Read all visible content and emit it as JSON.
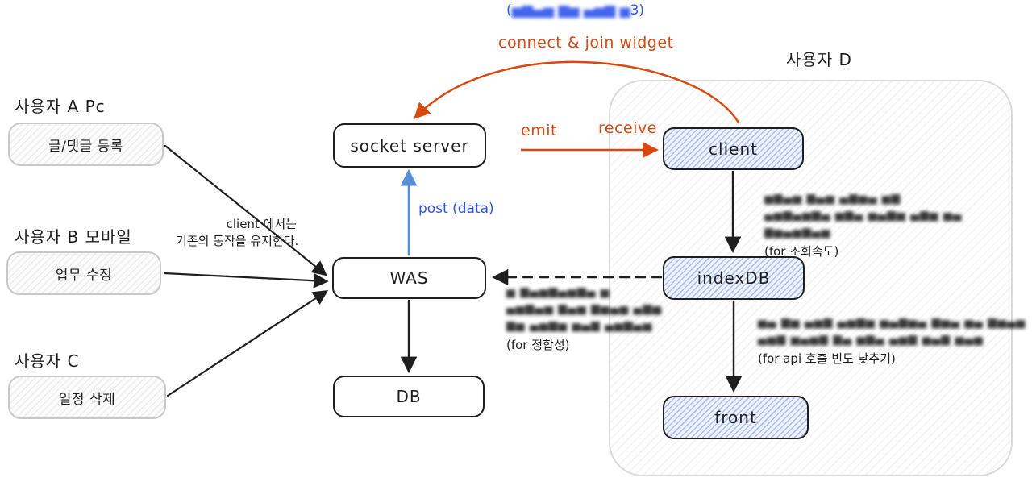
{
  "colors": {
    "orange": "#d9480f",
    "blue_text": "#2f54eb",
    "blue_arrow": "#5a8fd8",
    "ink": "#1e1e1e"
  },
  "users_left": [
    {
      "title": "사용자 A Pc",
      "box": "글/댓글 등록"
    },
    {
      "title": "사용자 B 모바일",
      "box": "업무 수정"
    },
    {
      "title": "사용자 C",
      "box": "일정 삭제"
    }
  ],
  "center": {
    "socket_server": "socket server",
    "was": "WAS",
    "db": "DB"
  },
  "right": {
    "title": "사용자 D",
    "client": "client",
    "indexdb": "indexDB",
    "front": "front"
  },
  "edges": {
    "emit": "emit",
    "receive": "receive",
    "connect_join": "connect & join widget",
    "post_data": "post (data)"
  },
  "notes": {
    "top_blue": {
      "prefix": "(",
      "redacted": "▅▆▄▅ ▆▅ ▄▅▆ ▅",
      "suffix": "3)"
    },
    "client_note": [
      "client 에서는",
      "기존의 동작을 유지한다."
    ],
    "speed": {
      "redacted": [
        "▅▆▄▅ ▆▄▅ ▄▆▅▄ ▅▆",
        "▄▅▆▄▅▆▄ ▅▆▄ ▅▄▆▅ ▄▆▅ ▅▄ ▆▅▄▅▆▄▅"
      ],
      "caption": "(for 조회속도)"
    },
    "consistency": {
      "redacted": [
        "▅ ▆▄▅▆▄▅▆▄ ▅",
        "▄▅▆▄▅ ▆▄▅ ▆▅▄▅ ▄▆▅",
        "▆▅ ▄▅▆▅ ▅▄▆ ▄▅▆▄▅"
      ],
      "caption": "(for 정합성)"
    },
    "api": {
      "redacted": [
        "▅▄ ▆▅ ▄▅▆ ▄▅▆▅ ▅▄▆▅▄ ▆▅▄ ▅▄ ▆▅▄▅",
        "▄▅▆ ▅▄▅▆ ▆▄ ▅▆▄ ▄▅▆ ▅▄▆ ▅▄▅"
      ],
      "caption": "(for api 호출 빈도 낮추기)"
    }
  }
}
